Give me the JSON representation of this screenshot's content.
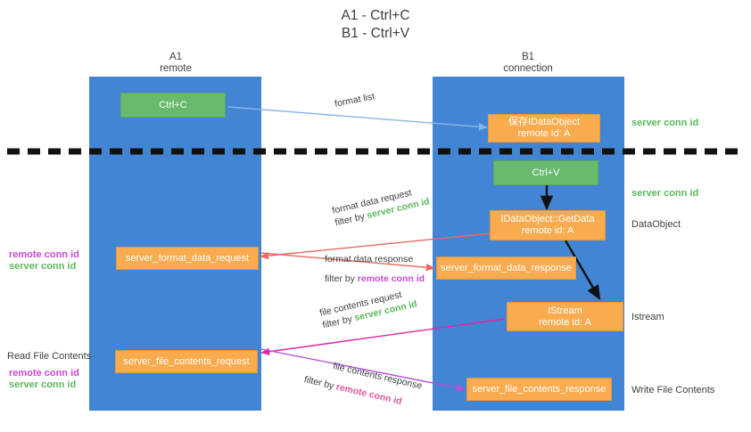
{
  "title": {
    "line1": "A1 - Ctrl+C",
    "line2": "B1 - Ctrl+V"
  },
  "columns": [
    {
      "name": "A1",
      "sub": "remote"
    },
    {
      "name": "B1",
      "sub": "connection"
    }
  ],
  "nodes": [
    {
      "id": "ctrl-c",
      "label": "Ctrl+C",
      "sub": "",
      "color": "#6aba6d"
    },
    {
      "id": "save-idataobject",
      "label": "保存IDataObject",
      "sub": "remote id: A",
      "color": "#f9ab4e"
    },
    {
      "id": "ctrl-v",
      "label": "Ctrl+V",
      "sub": "",
      "color": "#6aba6d"
    },
    {
      "id": "idataobject-getdata",
      "label": "IDataObject::GetData",
      "sub": "remote id: A",
      "color": "#f9ab4e"
    },
    {
      "id": "server-format-data-request",
      "label": "server_format_data_request",
      "sub": "",
      "color": "#f9ab4e"
    },
    {
      "id": "server-format-data-response",
      "label": "server_format_data_response",
      "sub": "",
      "color": "#f9ab4e"
    },
    {
      "id": "istream",
      "label": "IStream",
      "sub": "remote id: A",
      "color": "#f9ab4e"
    },
    {
      "id": "server-file-contents-request",
      "label": "server_file_contents_request",
      "sub": "",
      "color": "#f9ab4e"
    },
    {
      "id": "server-file-contents-response",
      "label": "server_file_contents_response",
      "sub": "",
      "color": "#f9ab4e"
    }
  ],
  "edges": [
    {
      "id": "format-list",
      "label": "format list",
      "filter_prefix": "",
      "filter_key": "",
      "color": "#8ab4e8"
    },
    {
      "id": "format-data-request",
      "label": "format data request",
      "filter_prefix": "filter by",
      "filter_key": "server conn id",
      "color": "#ea6a5e"
    },
    {
      "id": "format-data-response",
      "label": "format data response",
      "filter_prefix": "filter by",
      "filter_key": "remote conn id",
      "color": "#ea6a5e"
    },
    {
      "id": "file-contents-request",
      "label": "file contents request",
      "filter_prefix": "filter by",
      "filter_key": "server conn id",
      "color": "#e0269e"
    },
    {
      "id": "file-contents-response",
      "label": "file contents response",
      "filter_prefix": "filter by",
      "filter_key": "remote conn id",
      "color": "#b452d6"
    }
  ],
  "right_labels": [
    {
      "id": "right-server-conn-id-1",
      "text": "server conn id",
      "style": "green"
    },
    {
      "id": "right-server-conn-id-2",
      "text": "server conn id",
      "style": "green"
    },
    {
      "id": "right-dataobject",
      "text": "DataObject",
      "style": "plain"
    },
    {
      "id": "right-istream",
      "text": "Istream",
      "style": "plain"
    },
    {
      "id": "right-write-file",
      "text": "Write File Contents",
      "style": "plain"
    }
  ],
  "left_labels": [
    {
      "id": "left-remote-conn-id-1",
      "text": "remote conn id",
      "style": "purple"
    },
    {
      "id": "left-server-conn-id-1",
      "text": "server conn id",
      "style": "green"
    },
    {
      "id": "left-read-file",
      "text": "Read File Contents",
      "style": "plain"
    },
    {
      "id": "left-remote-conn-id-2",
      "text": "remote conn id",
      "style": "purple"
    },
    {
      "id": "left-server-conn-id-2",
      "text": "server conn id",
      "style": "green"
    }
  ],
  "colors": {
    "lane": "#4285d4",
    "orange": "#f9ab4e",
    "green_node": "#6aba6d",
    "green_text": "#5cb85c",
    "purple_text": "#c64ad0",
    "pink_text": "#e0559e",
    "divider": "#111111"
  }
}
